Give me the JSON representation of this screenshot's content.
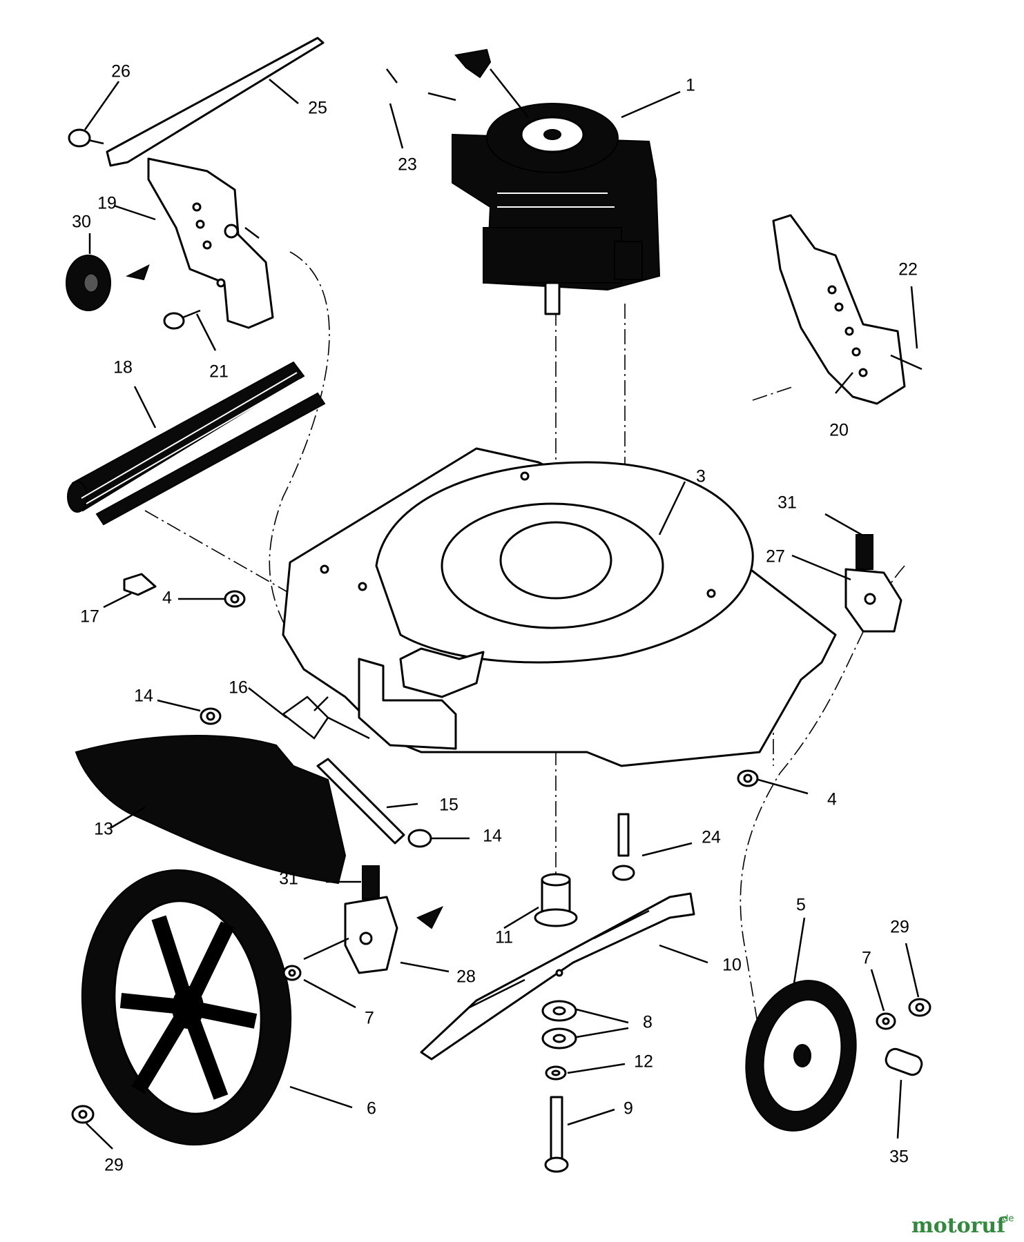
{
  "callouts": [
    {
      "id": "1",
      "label": "1"
    },
    {
      "id": "3",
      "label": "3"
    },
    {
      "id": "4a",
      "label": "4"
    },
    {
      "id": "4b",
      "label": "4"
    },
    {
      "id": "5",
      "label": "5"
    },
    {
      "id": "6",
      "label": "6"
    },
    {
      "id": "7a",
      "label": "7"
    },
    {
      "id": "7b",
      "label": "7"
    },
    {
      "id": "8",
      "label": "8"
    },
    {
      "id": "9",
      "label": "9"
    },
    {
      "id": "10",
      "label": "10"
    },
    {
      "id": "11",
      "label": "11"
    },
    {
      "id": "12",
      "label": "12"
    },
    {
      "id": "13",
      "label": "13"
    },
    {
      "id": "14a",
      "label": "14"
    },
    {
      "id": "14b",
      "label": "14"
    },
    {
      "id": "15",
      "label": "15"
    },
    {
      "id": "16",
      "label": "16"
    },
    {
      "id": "17",
      "label": "17"
    },
    {
      "id": "18",
      "label": "18"
    },
    {
      "id": "19",
      "label": "19"
    },
    {
      "id": "20",
      "label": "20"
    },
    {
      "id": "21",
      "label": "21"
    },
    {
      "id": "22",
      "label": "22"
    },
    {
      "id": "23",
      "label": "23"
    },
    {
      "id": "24",
      "label": "24"
    },
    {
      "id": "25",
      "label": "25"
    },
    {
      "id": "26",
      "label": "26"
    },
    {
      "id": "27",
      "label": "27"
    },
    {
      "id": "28",
      "label": "28"
    },
    {
      "id": "29a",
      "label": "29"
    },
    {
      "id": "29b",
      "label": "29"
    },
    {
      "id": "30",
      "label": "30"
    },
    {
      "id": "31a",
      "label": "31"
    },
    {
      "id": "31b",
      "label": "31"
    },
    {
      "id": "35",
      "label": "35"
    }
  ],
  "watermark": {
    "brand": "motoruf",
    "suffix": ".de"
  }
}
